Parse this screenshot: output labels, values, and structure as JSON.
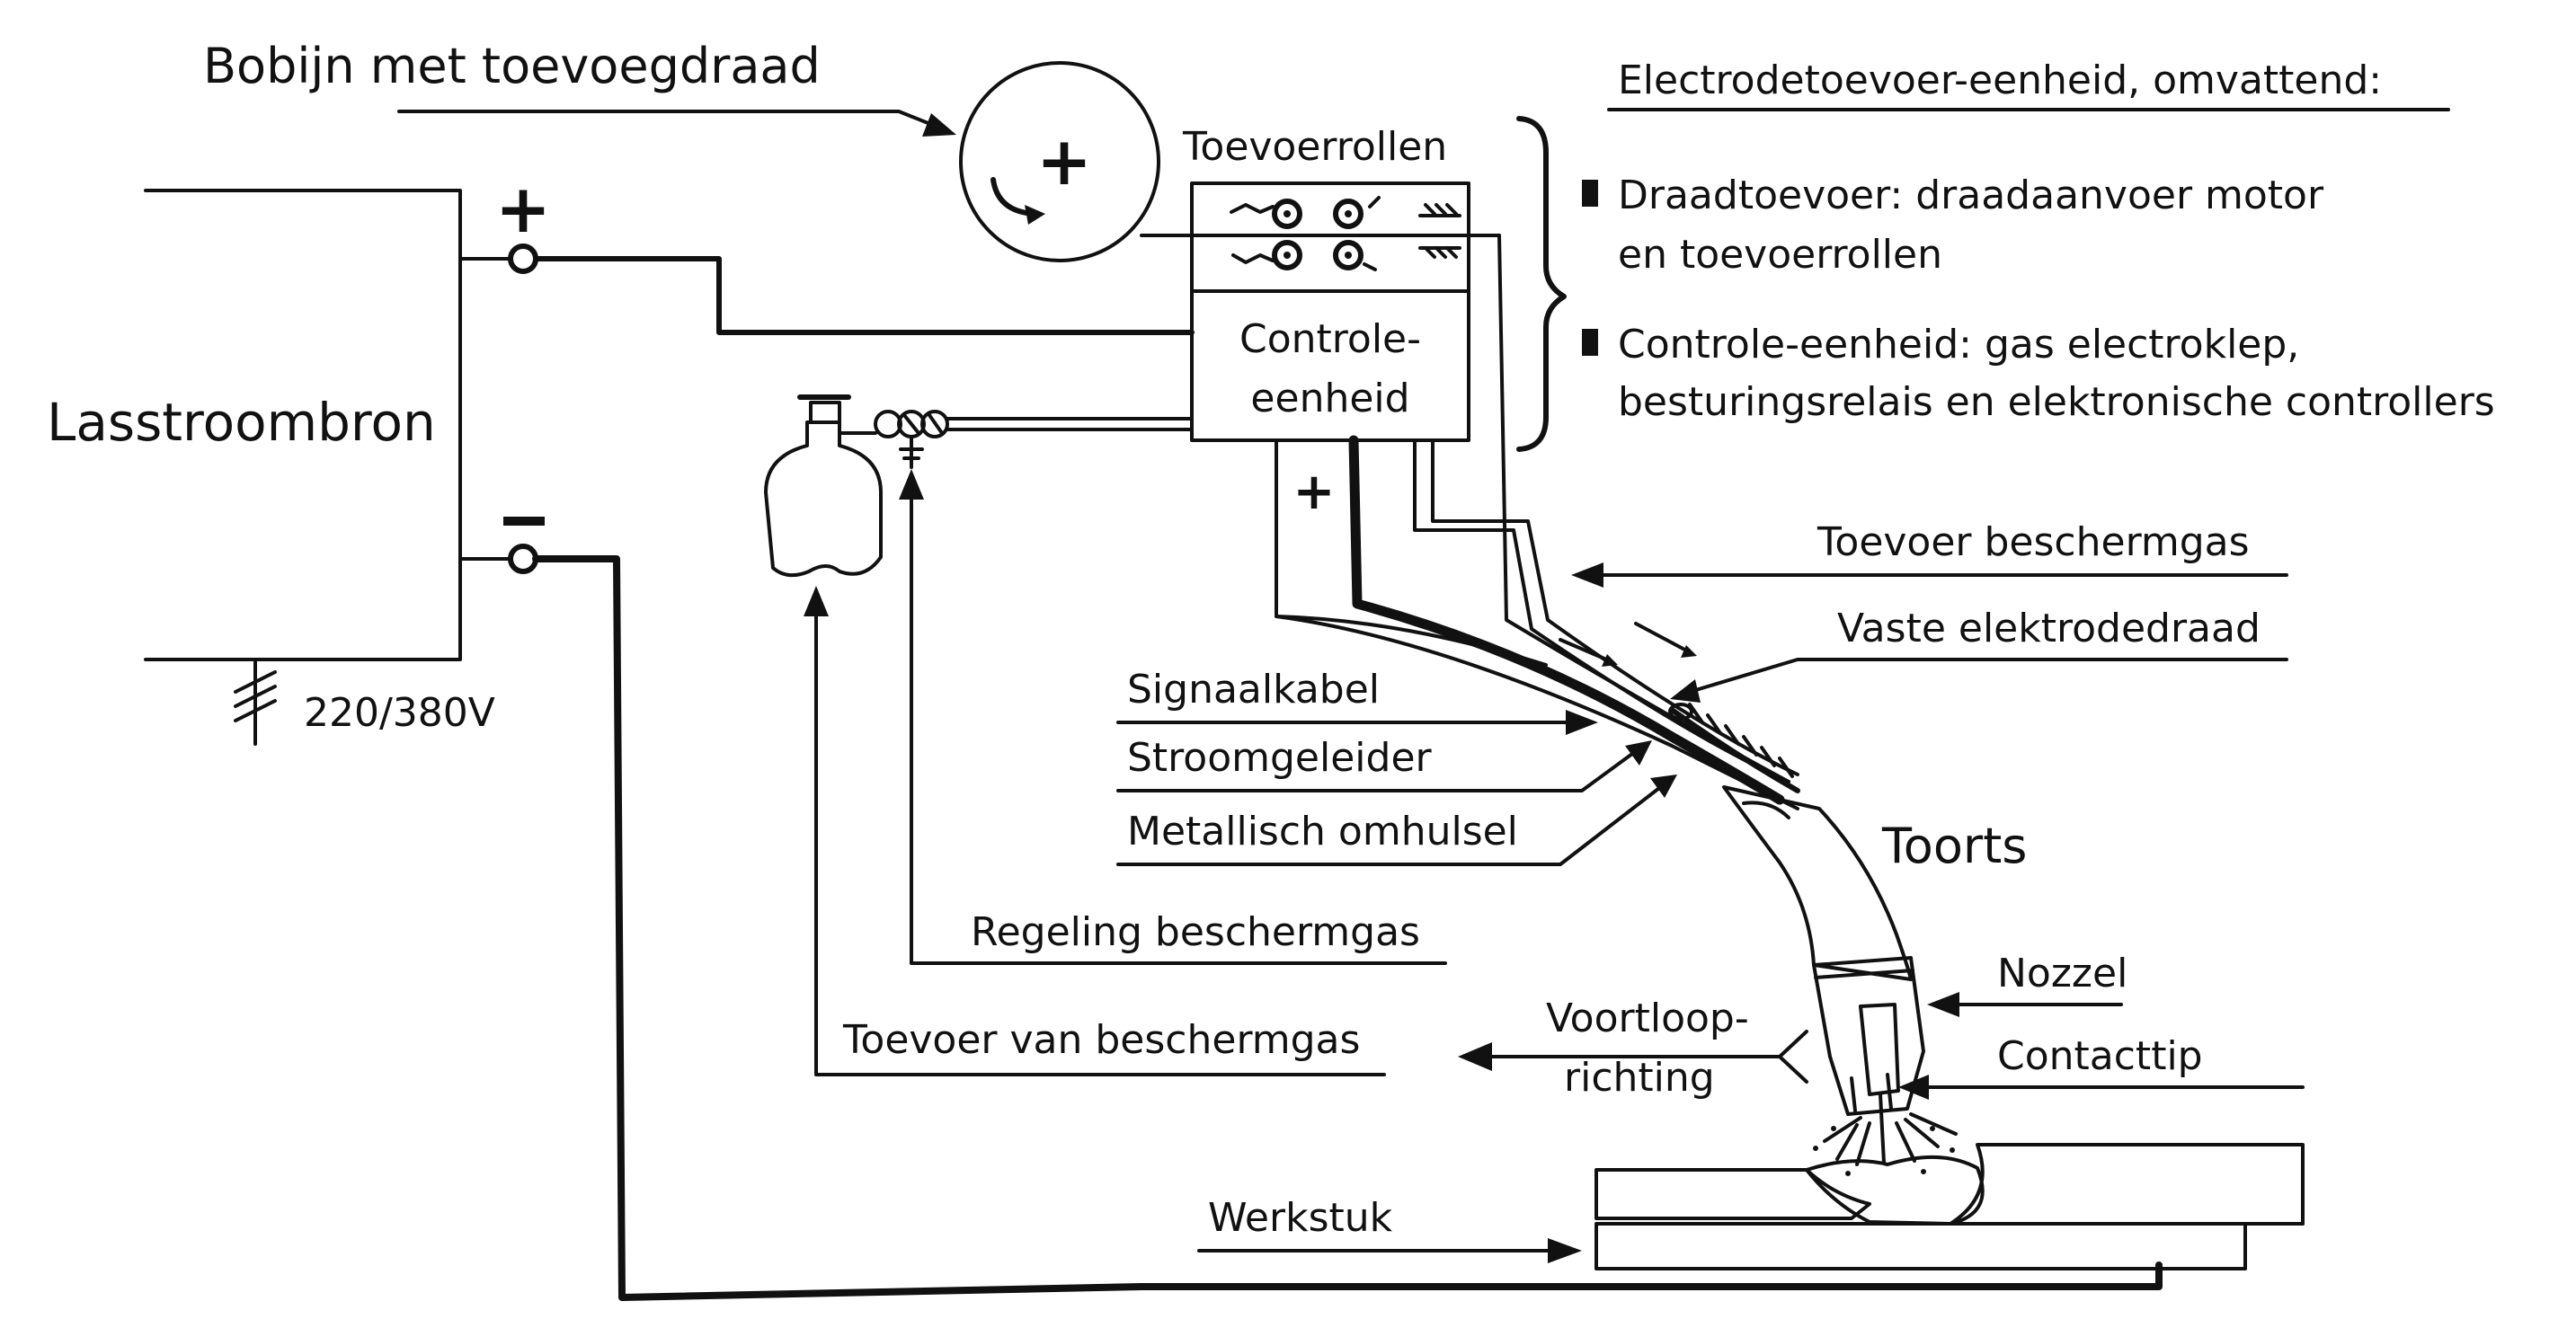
{
  "labels": {
    "power_source": "Lasstroombron",
    "plus_sign": "+",
    "minus_sign": "−",
    "voltage": "220/380V",
    "spool": "Bobijn met toevoegdraad",
    "spool_sign": "+",
    "feed_rolls": "Toevoerrollen",
    "control_unit_line1": "Controle-",
    "control_unit_line2": "eenheid",
    "unit_plus": "+",
    "electrode_unit_title": "Electrodetoevoer-eenheid, omvattend:",
    "wire_feed_line1": "Draadtoevoer: draadaanvoer motor",
    "wire_feed_line2": "en toevoerrollen",
    "control_line1": "Controle-eenheid: gas electroklep,",
    "control_line2": "besturingsrelais en elektronische controllers",
    "shielding_gas_feed": "Toevoer beschermgas",
    "solid_electrode_wire": "Vaste elektrodedraad",
    "signal_cable": "Signaalkabel",
    "current_conductor": "Stroomgeleider",
    "metal_sheath": "Metallisch omhulsel",
    "torch": "Toorts",
    "nozzle": "Nozzel",
    "travel_direction_line1": "Voortloop-",
    "travel_direction_line2": "richting",
    "contact_tip": "Contacttip",
    "gas_regulation": "Regeling beschermgas",
    "gas_supply": "Toevoer van beschermgas",
    "workpiece": "Werkstuk"
  },
  "colors": {
    "ink": "#111111",
    "background": "#ffffff"
  }
}
